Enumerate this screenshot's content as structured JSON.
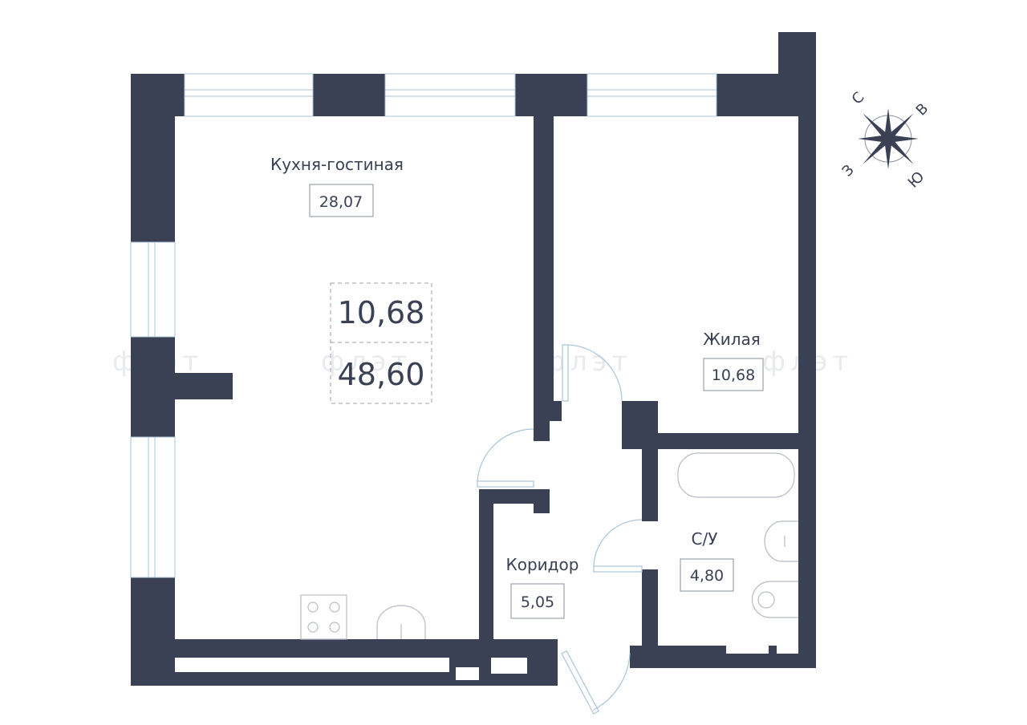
{
  "plan": {
    "total_living_area": "10,68",
    "total_area": "48,60",
    "rooms": [
      {
        "name": "Кухня-гостиная",
        "area": "28,07"
      },
      {
        "name": "Жилая",
        "area": "10,68"
      },
      {
        "name": "Коридор",
        "area": "5,05"
      },
      {
        "name": "С/У",
        "area": "4,80"
      }
    ]
  },
  "compass": {
    "north": "С",
    "east": "В",
    "south": "Ю",
    "west": "З"
  },
  "watermark": "флэт",
  "colors": {
    "wall": "#3a4154",
    "window": "#a9c6d8"
  }
}
